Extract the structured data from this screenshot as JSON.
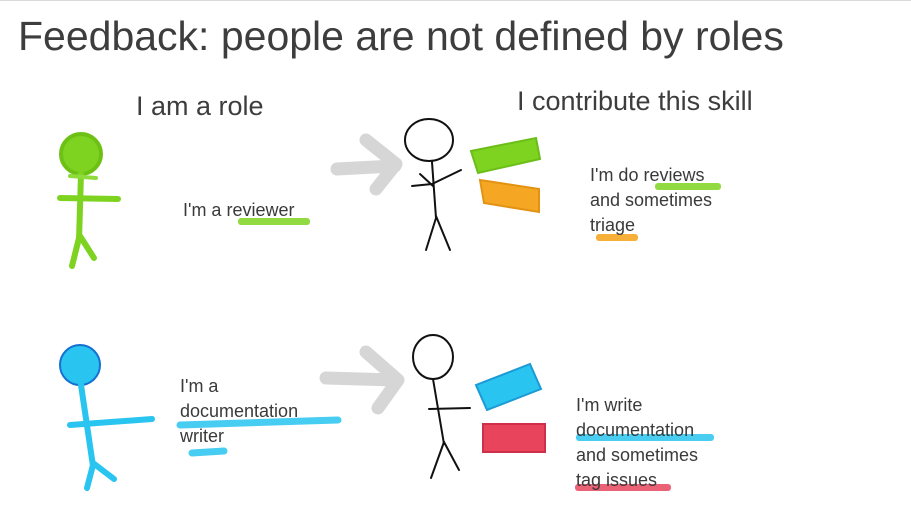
{
  "title": "Feedback: people are not defined by roles",
  "left_heading": "I am a role",
  "right_heading": "I contribute this skill",
  "row1": {
    "left_text": [
      "I'm a reviewer"
    ],
    "right_text": [
      "I'm do reviews",
      "and sometimes",
      "triage"
    ]
  },
  "row2": {
    "left_text": [
      "I'm a",
      "documentation",
      "writer"
    ],
    "right_text": [
      "I'm write",
      "documentation",
      "and sometimes",
      "tag issues"
    ]
  },
  "colors": {
    "green": "#7ed321",
    "orange": "#f5a623",
    "cyan": "#29c5f0",
    "red": "#e8455d",
    "arrow_gray": "#d6d6d6",
    "ink": "#111111"
  }
}
